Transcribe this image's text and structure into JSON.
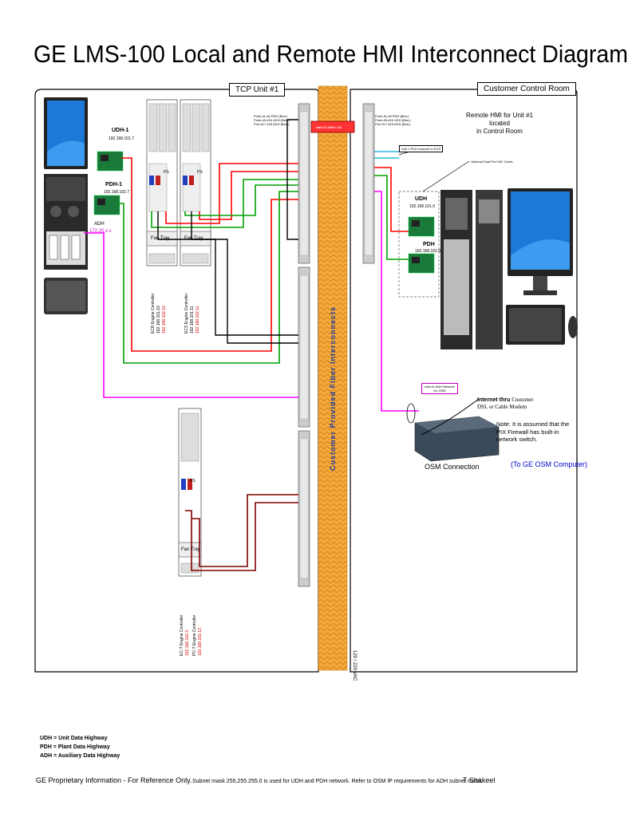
{
  "title": "GE LMS-100 Local and Remote HMI Interconnect Diagram",
  "panels": {
    "tcp": "TCP Unit #1",
    "control_room": "Customer Control Room"
  },
  "local": {
    "udh1": "UDH-1",
    "udh1_ip": "192.168.101.7",
    "pdh1": "PDH-1",
    "pdh1_ip": "192.168.102.7",
    "adh": "ADH",
    "adh_ip": "172.25.x.x",
    "fan_tray_1": "Fan Tray",
    "fan_tray_2": "Fan Tray",
    "fan_tray_3": "Fan Tray",
    "ecr_label": "ECR Engine Controller",
    "ecr_ip1": "192.168.101.10",
    "ecr_ip2": "192.168.102.10",
    "ecs_label": "ECS Engine Controller",
    "ecs_ip1": "192.168.101.11",
    "ecs_ip2": "192.168.102.11",
    "ect_label": "EC-T Engine Controller",
    "ect_ip1": "192.168.102.3",
    "pct_label": "PC-T Engine Controller",
    "pct_ip1": "192.168.102.13",
    "ps": "PS"
  },
  "ports_left": [
    "Ports #1-#6 PDH (Bea.)",
    "Ports #9-#16 UDH (Bea.)",
    "Port #17-#18 ADH (Bea.)"
  ],
  "ports_right": [
    "Ports #1-#6 PDH (Bea.)",
    "Ports #9-#16 UDH (Bea.)",
    "Port #17-#18 ADH (Bea.)"
  ],
  "fiber_label": "Customer Provided Fiber Interconnects",
  "fiber_box": "Unit #1 UDH / 1G",
  "remote": {
    "heading1": "Remote HMI for Unit #1 located",
    "heading2": "in Control Room",
    "pdh_to_dcs": "Unit 1 PDH network to DCS",
    "nic_cards": "Optional Dual Port NIC Cards",
    "udh": "UDH",
    "udh_ip": "192.168.101.9",
    "pdh": "PDH",
    "pdh_ip": "192.168.102.9",
    "adh_to_osm": "Unit #1 ADH Network for OSM",
    "internet_label": "Internet thru",
    "internet_customer": "Customer",
    "internet_dsl": "DSL or Cable Modem",
    "pix_note": "Note: It is assumed that the PIX Firewall has built-in network switch.",
    "osm_connection": "OSM Connection",
    "to_ge_osm": "(To GE OSM Computer)",
    "vac": "120 / 220 VAC"
  },
  "legend": [
    "UDH = Unit Data Highway",
    "PDH = Plant Data Highway",
    "ADH = Auxiliary Data Highway"
  ],
  "footer": {
    "left": "GE Proprietary Information - For Reference Only.",
    "middle": "Subnet mask 255.255.255.0 is used for UDH and PDH network. Refer to OSM IP requirements for ADH subnet mask.",
    "right": "T Shakeel"
  },
  "colors": {
    "udh_wire": "#ff0000",
    "pdh_wire": "#00a000",
    "adh_wire": "#ff00ff",
    "black_wire": "#000000",
    "maroon_wire": "#800000",
    "fiber": "#f4a93c",
    "blue_text": "#0000cc",
    "red_text": "#cc0000"
  }
}
